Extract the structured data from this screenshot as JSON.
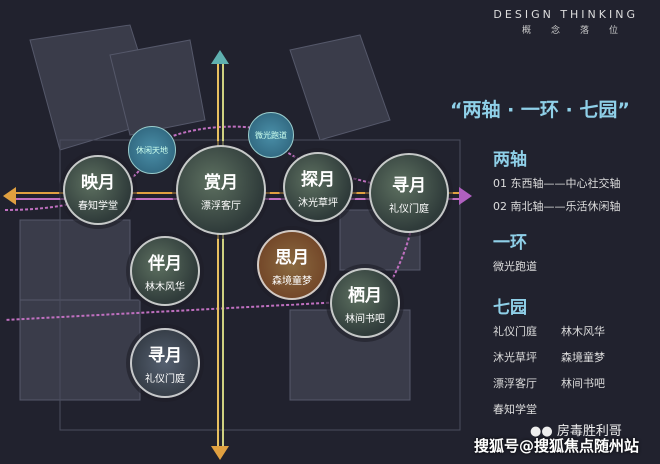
{
  "header": {
    "title_en": "DESIGN THINKING",
    "title_cn": "概念落位"
  },
  "slogan": "“两轴 · 一环 · 七园”",
  "axes": {
    "heading": "两轴",
    "items": [
      "01 东西轴——中心社交轴",
      "02 南北轴——乐活休闲轴"
    ]
  },
  "ring": {
    "heading": "一环",
    "items": [
      "微光跑道"
    ]
  },
  "gardens": {
    "heading": "七园",
    "items": [
      "礼仪门庭",
      "林木风华",
      "沐光草坪",
      "森境童梦",
      "漂浮客厅",
      "林间书吧",
      "春知学堂"
    ]
  },
  "nodes": [
    {
      "title": "映月",
      "sub": "春知学堂"
    },
    {
      "title": "赏月",
      "sub": "漂浮客厅"
    },
    {
      "title": "探月",
      "sub": "沐光草坪"
    },
    {
      "title": "寻月",
      "sub": "礼仪门庭"
    },
    {
      "title": "伴月",
      "sub": "林木风华"
    },
    {
      "title": "思月",
      "sub": "森境童梦"
    },
    {
      "title": "栖月",
      "sub": "林间书吧"
    },
    {
      "title": "寻月",
      "sub": "礼仪门庭"
    }
  ],
  "small_nodes": [
    "休闲天地",
    "微光跑道"
  ],
  "watermark": {
    "author": "房毒胜利哥",
    "source": "搜狐号@搜狐焦点随州站"
  },
  "colors": {
    "ew_axis": "#e0a040",
    "ns_axis": "#e8c060",
    "ring": "#c070c0",
    "accent": "#8fd0e8"
  }
}
